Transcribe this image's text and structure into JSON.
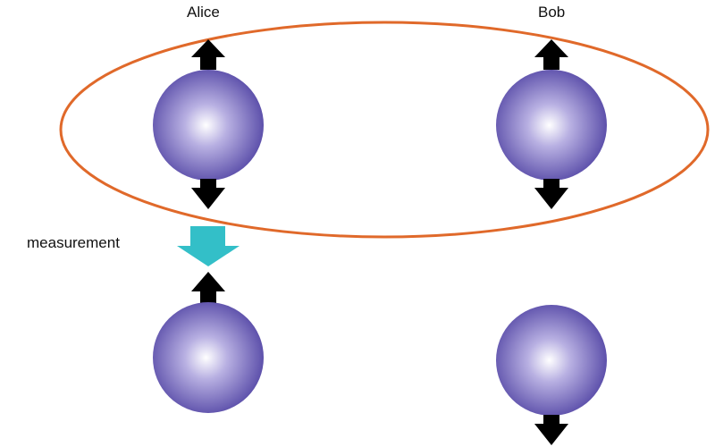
{
  "labels": {
    "alice": "Alice",
    "bob": "Bob",
    "measurement": "measurement"
  },
  "colors": {
    "ellipse": "#e0692a",
    "arrow": "#000000",
    "measurement_arrow": "#33bfc8",
    "sphere_edge": "#5a4fa8",
    "sphere_center": "#ffffff"
  }
}
